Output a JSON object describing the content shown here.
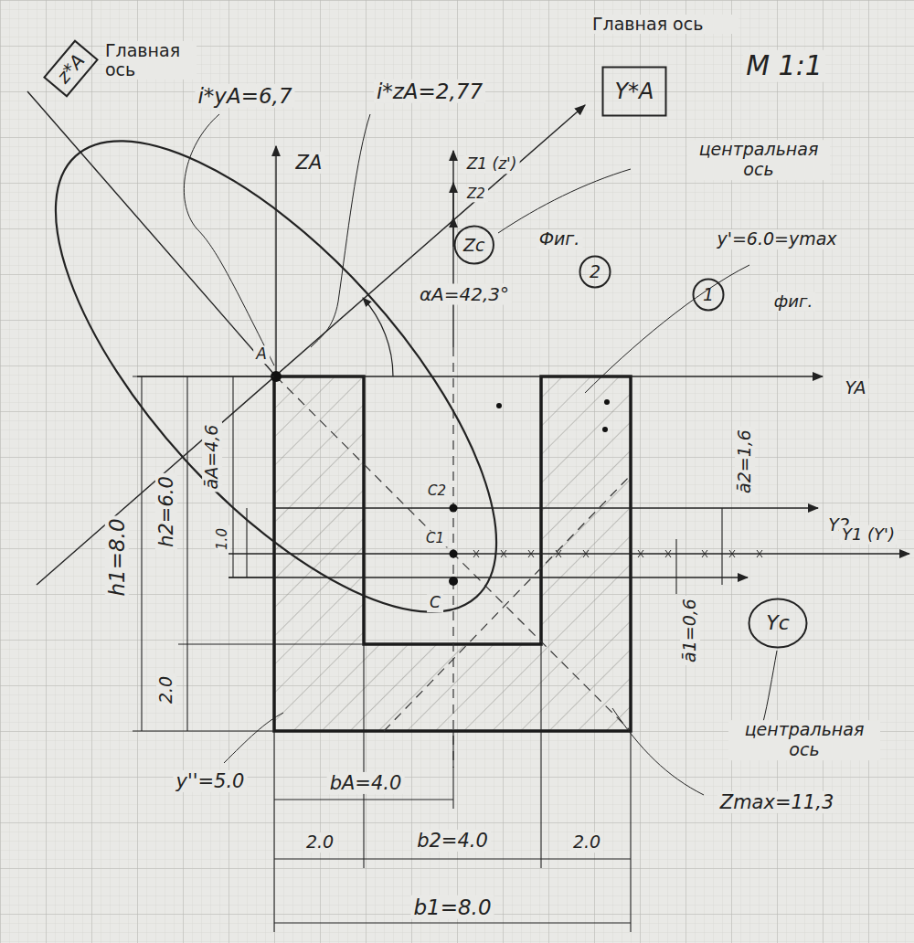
{
  "diagram": {
    "nodes": [
      {
        "text": [
          "z*A",
          "Главная ось"
        ]
      },
      {
        "text": [
          "Y*A",
          "Главная ось"
        ]
      },
      {
        "text": [
          "Zc"
        ]
      },
      {
        "text": [
          "2"
        ]
      },
      {
        "text": [
          "1"
        ]
      },
      {
        "text": [
          "Yc"
        ]
      }
    ],
    "labels": [
      "М 1:1",
      "i*yA=6,7",
      "i*zA=2,77",
      "ZA",
      "Z1 (z')",
      "Z2",
      "центральная ось",
      "Фиг.",
      "фиг.",
      "y'=6.0=ymax",
      "αA=42,3°",
      "YA",
      "Y2",
      "Y1 (Y')",
      "ā2=1,6",
      "ā1=0,6",
      "C2",
      "C1",
      "C",
      "āA=4,6",
      "1.0",
      "h2=6.0",
      "h1=8.0",
      "2.0",
      "y''=5.0",
      "bA=4.0",
      "Zmax=11,3",
      "2.0",
      "b2=4.0",
      "2.0",
      "b1=8.0",
      "центральная ось",
      "A"
    ]
  }
}
